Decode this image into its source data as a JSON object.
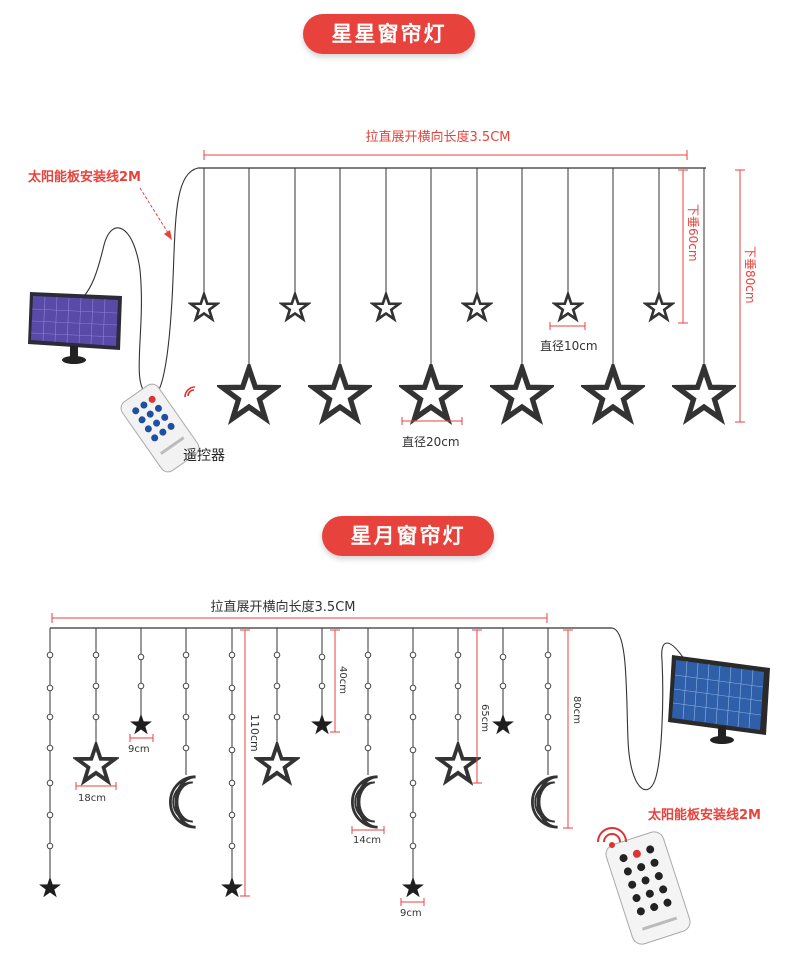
{
  "section1": {
    "title": "星星窗帘灯",
    "span_label": "拉直展开横向长度3.5CM",
    "solar_label": "太阳能板安装线2M",
    "drop60_label": "下垂60cm",
    "drop80_label": "下垂80cm",
    "small_star_label": "直径10cm",
    "big_star_label": "直径20cm",
    "remote_label": "遥控器"
  },
  "section2": {
    "title": "星月窗帘灯",
    "span_label": "拉直展开横向长度3.5CM",
    "solar_label": "太阳能板安装线2M",
    "label_9cm_a": "9cm",
    "label_18cm": "18cm",
    "label_110cm": "110cm",
    "label_40cm": "40cm",
    "label_14cm": "14cm",
    "label_65cm": "65cm",
    "label_80cm": "80cm",
    "label_9cm_b": "9cm"
  },
  "colors": {
    "accent": "#e8423c",
    "line": "#333333",
    "panel": "#3a3a8c"
  }
}
